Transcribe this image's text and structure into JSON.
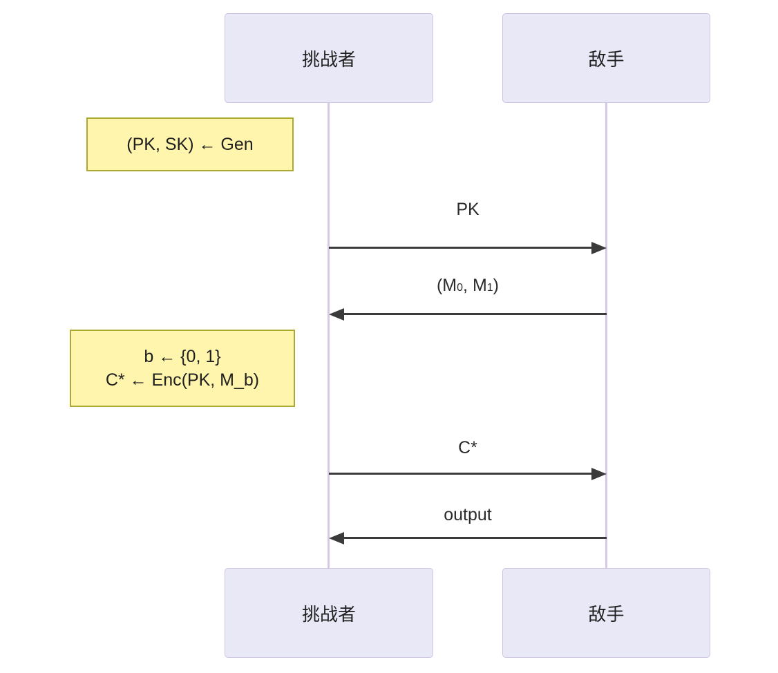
{
  "diagram": {
    "type": "sequence",
    "actors": [
      {
        "id": "challenger",
        "label": "挑战者"
      },
      {
        "id": "adversary",
        "label": "敌手"
      }
    ],
    "notes": [
      {
        "position": "left-of-challenger",
        "lines": [
          "(PK, SK) ← Gen"
        ]
      },
      {
        "position": "left-of-challenger",
        "lines": [
          "b ← {0, 1}",
          "C* ← Enc(PK, M_b)"
        ]
      }
    ],
    "messages": [
      {
        "from": "challenger",
        "to": "adversary",
        "direction": "right",
        "label": "PK"
      },
      {
        "from": "adversary",
        "to": "challenger",
        "direction": "left",
        "label": "(M₀, M₁)",
        "parts": [
          {
            "text": "(M"
          },
          {
            "text": "0",
            "sub": true
          },
          {
            "text": ", M"
          },
          {
            "text": "1",
            "sub": true
          },
          {
            "text": ")"
          }
        ]
      },
      {
        "from": "challenger",
        "to": "adversary",
        "direction": "right",
        "label": "C*"
      },
      {
        "from": "adversary",
        "to": "challenger",
        "direction": "left",
        "label": "output"
      }
    ],
    "colors": {
      "background": "#ffffff",
      "actor_fill": "#e9e8f7",
      "actor_border": "#cdc4e2",
      "lifeline": "#d6c9e8",
      "note_fill": "#fff5ad",
      "note_border": "#aaaa33",
      "arrow": "#3b3b3b",
      "text": "#1f1f1f"
    }
  }
}
